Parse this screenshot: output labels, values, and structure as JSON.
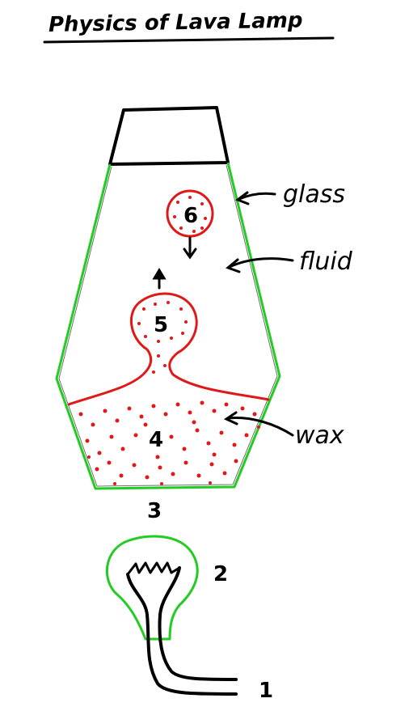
{
  "title": "Physics of Lava Lamp",
  "labels": {
    "glass": "glass",
    "fluid": "fluid",
    "wax": "wax"
  },
  "numbers": {
    "n1": "1",
    "n2": "2",
    "n3": "3",
    "n4": "4",
    "n5": "5",
    "n6": "6"
  },
  "colors": {
    "ink": "#000000",
    "glass": "#22cc22",
    "wax": "#e01818"
  }
}
